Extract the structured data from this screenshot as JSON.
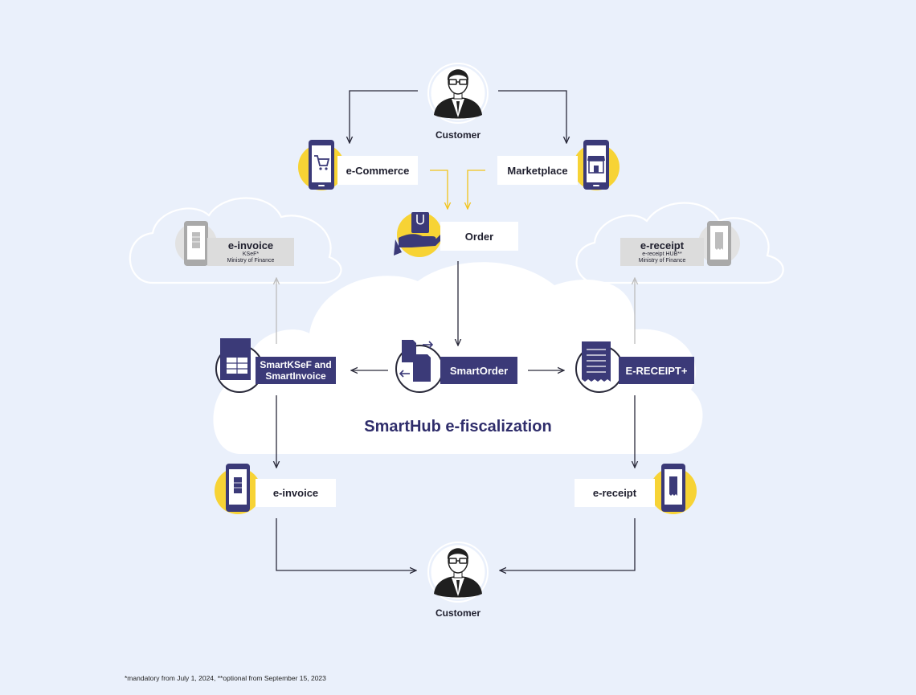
{
  "diagram": {
    "center_title": "SmartHub e-fiscalization",
    "footnote": "*mandatory from July 1, 2024, **optional from September 15, 2023",
    "colors": {
      "background": "#eaf0fb",
      "navy": "#3b3a78",
      "yellow": "#f7d335",
      "grey": "#cfcfcf",
      "white": "#ffffff",
      "line": "#2a2a3a"
    },
    "nodes": {
      "customer_top": {
        "label": "Customer",
        "icon": "customer-avatar-icon"
      },
      "customer_bottom": {
        "label": "Customer",
        "icon": "customer-avatar-icon"
      },
      "ecommerce": {
        "label": "e-Commerce",
        "icon": "shopping-cart-phone-icon"
      },
      "marketplace": {
        "label": "Marketplace",
        "icon": "store-phone-icon"
      },
      "order": {
        "label": "Order",
        "icon": "shopping-bag-hand-icon"
      },
      "einvoice_cloud": {
        "title": "e-invoice",
        "line1": "KSeF*",
        "line2": "Ministry of Finance",
        "icon": "invoice-phone-icon"
      },
      "ereceipt_cloud": {
        "title": "e-receipt",
        "line1": "e-receipt HUB**",
        "line2": "Ministry of Finance",
        "icon": "receipt-phone-icon"
      },
      "smartksef": {
        "line1": "SmartKSeF and",
        "line2": "SmartInvoice",
        "icon": "invoice-table-icon"
      },
      "smartorder": {
        "label": "SmartOrder",
        "icon": "documents-exchange-icon"
      },
      "ereceipt_plus": {
        "label": "E-RECEIPT+",
        "icon": "long-receipt-icon"
      },
      "einvoice_bottom": {
        "label": "e-invoice",
        "icon": "invoice-phone-icon"
      },
      "ereceipt_bottom": {
        "label": "e-receipt",
        "icon": "receipt-phone-icon"
      }
    }
  }
}
